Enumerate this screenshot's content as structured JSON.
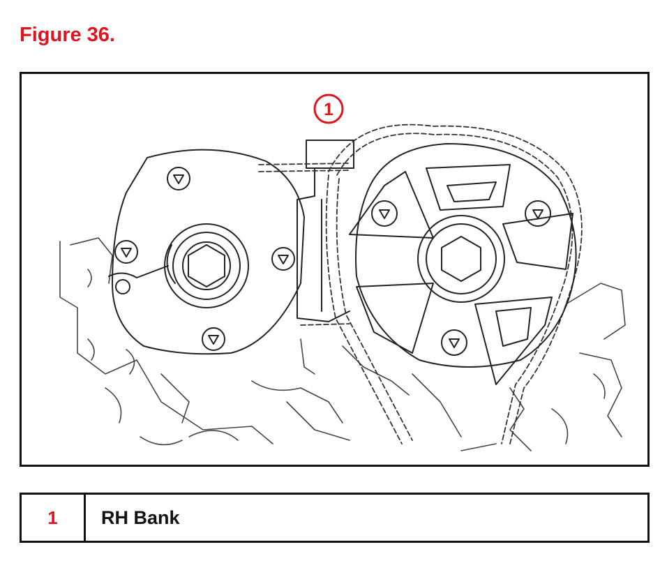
{
  "figure": {
    "title": "Figure 36.",
    "callout_number": "1"
  },
  "legend": {
    "rows": [
      {
        "number": "1",
        "description": "RH Bank"
      }
    ]
  },
  "colors": {
    "accent_red": "#e0141e",
    "border": "#111111"
  }
}
